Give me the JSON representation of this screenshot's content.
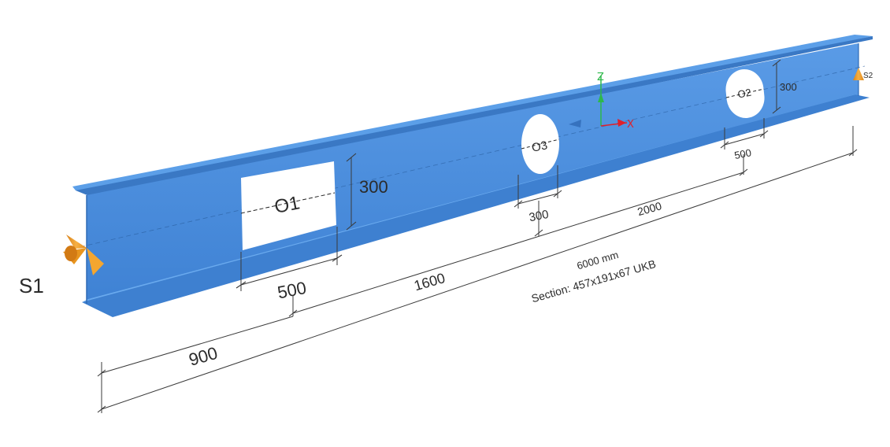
{
  "beam": {
    "length_label": "6000 mm",
    "section_label": "Section: 457x191x67 UKB",
    "color": "#4A8EDD"
  },
  "supports": {
    "s1": "S1",
    "s2": "S2",
    "color": "#F2A22B"
  },
  "openings": {
    "o1": "O1",
    "o2": "O2",
    "o3": "O3"
  },
  "dimensions": {
    "o1_height": "300",
    "o1_width": "500",
    "o2_height": "300",
    "o2_width": "500",
    "o3_diameter": "300",
    "d_900": "900",
    "d_1600": "1600",
    "d_2000": "2000"
  },
  "axes": {
    "x": "X",
    "z": "Z",
    "x_color": "#E0202A",
    "z_color": "#2DB84A"
  }
}
